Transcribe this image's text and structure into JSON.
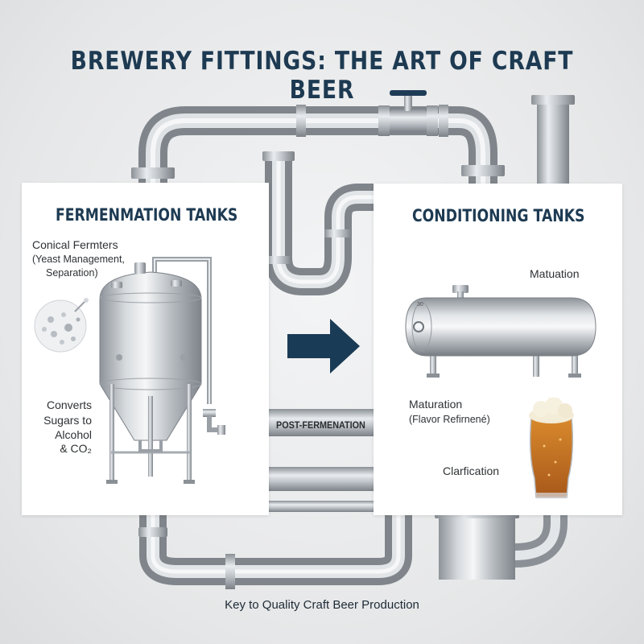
{
  "title": "BREWERY FITTINGS: THE ART OF CRAFT BEER",
  "fermentation": {
    "heading": "FERMENMATION TANKS",
    "label_1": "Conical Fermters",
    "label_2": "(Yeast Management,",
    "label_3": "Separation)",
    "convert_1": "Converts",
    "convert_2": "Sugars to",
    "convert_3": "Alcohol",
    "convert_4": "& CO₂"
  },
  "transition": {
    "label": "POST-FERMENATION"
  },
  "conditioning": {
    "heading": "CONDITIONING TANKS",
    "matuation": "Matuation",
    "maturation": "Maturation",
    "flavor": "(Flavor Refirnené)",
    "clarification": "Clarfication",
    "tank_marking": "30"
  },
  "footer": "Key to Quality Craft Beer Production",
  "colors": {
    "title": "#1d3a52",
    "arrow": "#1a3b55",
    "panel": "#ffffff",
    "beer": "#c8731c",
    "foam": "#f3ecd7"
  },
  "icons": [
    "yeast-cells-icon",
    "conical-fermenter-icon",
    "horizontal-tank-icon",
    "beer-glass-icon",
    "flow-arrow-icon",
    "valve-icon"
  ]
}
